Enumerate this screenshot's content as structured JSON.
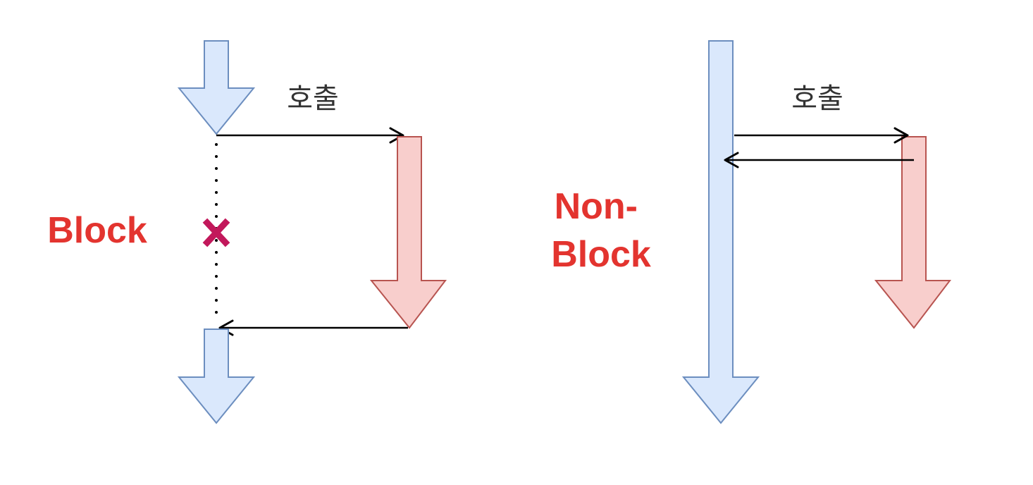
{
  "block_panel": {
    "call_label": "호출",
    "mode_label": "Block"
  },
  "nonblock_panel": {
    "call_label": "호출",
    "mode_label_line1": "Non-",
    "mode_label_line2": "Block"
  },
  "colors": {
    "caller_fill": "#dae8fc",
    "caller_stroke": "#6c8ebf",
    "callee_fill": "#f8cecc",
    "callee_stroke": "#b85450",
    "mode_label": "#e3342f",
    "wait_marker": "#c2185b"
  }
}
